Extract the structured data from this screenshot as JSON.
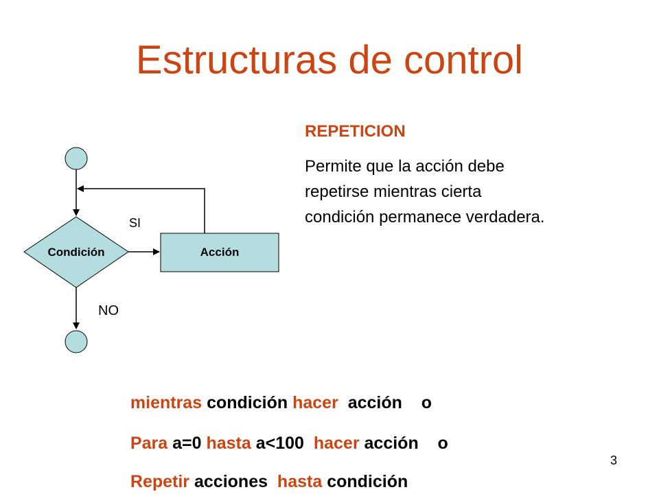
{
  "slide": {
    "title": "Estructuras de control",
    "page_number": "3"
  },
  "section": {
    "heading": "REPETICION",
    "description": "Permite que la acción debe\nrepetirse mientras cierta\ncondición permanece verdadera."
  },
  "flowchart": {
    "condition_label": "Condición",
    "action_label": "Acción",
    "yes_label": "SI",
    "no_label": "NO",
    "node_fill": "#b4dde0"
  },
  "syntax": {
    "line1": {
      "mientras": "mientras",
      "condicion": "condición",
      "hacer": "hacer",
      "accion": "acción",
      "o": "o"
    },
    "line2": {
      "para": "Para",
      "a0": "a=0",
      "hasta": "hasta",
      "a100": "a<100",
      "hacer": "hacer",
      "accion": "acción",
      "o": "o"
    },
    "line3": {
      "repetir": "Repetir",
      "acciones": "acciones",
      "hasta": "hasta",
      "condicion": "condición"
    }
  },
  "colors": {
    "accent": "#cc4411",
    "text": "#000000"
  }
}
